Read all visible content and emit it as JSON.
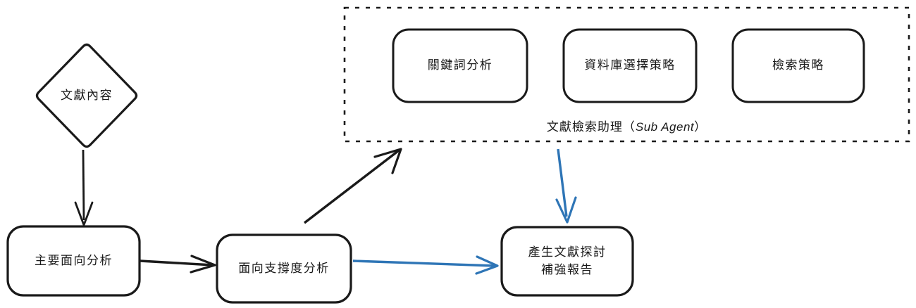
{
  "diagram": {
    "title_text_colors": {
      "ink": "#1a1a1a",
      "accent_blue": "#2E75B6"
    },
    "start_node": {
      "shape": "diamond",
      "label": "文獻內容"
    },
    "process_nodes": [
      {
        "id": "main-aspect-analysis",
        "label": "主要面向分析"
      },
      {
        "id": "aspect-support-analysis",
        "label": "面向支撐度分析"
      },
      {
        "id": "generate-report",
        "label": "產生文獻探討\n補強報告"
      }
    ],
    "sub_agent_group": {
      "caption_cjk": "文獻檢索助理（",
      "caption_latin": "Sub Agent",
      "caption_close": "）",
      "caption_full": "文獻檢索助理（Sub Agent）",
      "border_style": "dashed",
      "items": [
        {
          "id": "keyword-analysis",
          "label": "關鍵詞分析"
        },
        {
          "id": "database-selection-strategy",
          "label": "資料庫選擇策略"
        },
        {
          "id": "search-strategy",
          "label": "檢索策略"
        }
      ]
    },
    "connectors": [
      {
        "id": "content-to-main",
        "from": "文獻內容",
        "to": "主要面向分析",
        "color": "#1a1a1a",
        "direction": "down"
      },
      {
        "id": "main-to-support",
        "from": "主要面向分析",
        "to": "面向支撐度分析",
        "color": "#1a1a1a",
        "direction": "right"
      },
      {
        "id": "support-to-subagent",
        "from": "面向支撐度分析",
        "to": "文獻檢索助理（Sub Agent）",
        "color": "#1a1a1a",
        "direction": "up-right"
      },
      {
        "id": "support-to-report",
        "from": "面向支撐度分析",
        "to": "產生文獻探討補強報告",
        "color": "#2E75B6",
        "direction": "right"
      },
      {
        "id": "subagent-to-report",
        "from": "文獻檢索助理（Sub Agent）",
        "to": "產生文獻探討補強報告",
        "color": "#2E75B6",
        "direction": "down"
      }
    ]
  }
}
